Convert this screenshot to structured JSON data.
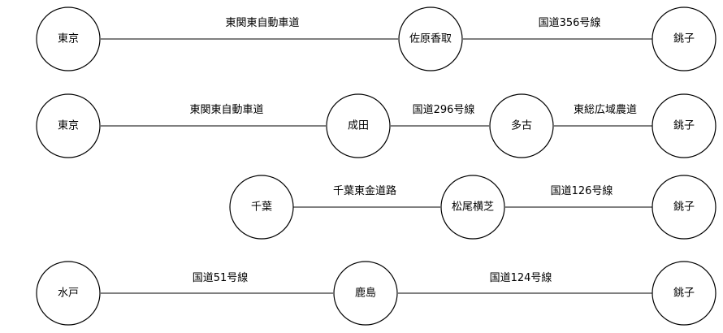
{
  "routes": [
    {
      "nodes": [
        "東京",
        "佐原香取",
        "銚子"
      ],
      "edges": [
        "東関東自動車道",
        "国道356号線"
      ]
    },
    {
      "nodes": [
        "東京",
        "成田",
        "多古",
        "銚子"
      ],
      "edges": [
        "東関東自動車道",
        "国道296号線",
        "東総広域農道"
      ]
    },
    {
      "nodes": [
        "千葉",
        "松尾横芝",
        "銚子"
      ],
      "edges": [
        "千葉東金道路",
        "国道126号線"
      ]
    },
    {
      "nodes": [
        "水戸",
        "鹿島",
        "銚子"
      ],
      "edges": [
        "国道51号線",
        "国道124号線"
      ]
    }
  ]
}
